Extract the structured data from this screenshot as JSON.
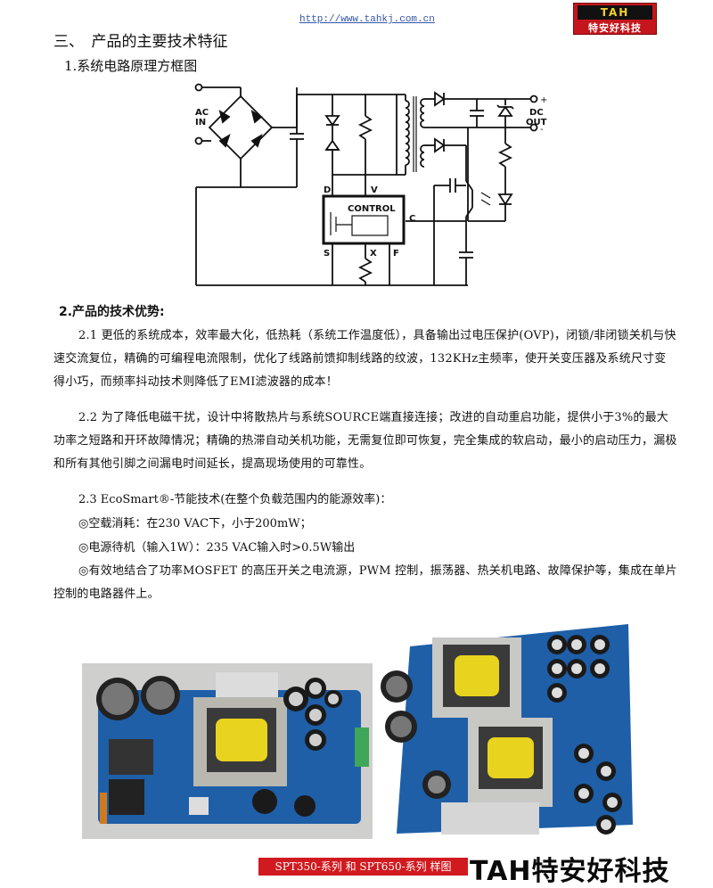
{
  "header": {
    "url": "http://www.tahkj.com.cn",
    "logo_letters": "TAH",
    "logo_subtitle": "特安好科技"
  },
  "section": {
    "title": "三、　产品的主要技术特征",
    "subtitle": "1.系统电路原理方框图"
  },
  "circuit": {
    "ac_in": "AC\nIN",
    "dc_out": "DC\nOUT",
    "plus": "+",
    "minus": "-",
    "control": "CONTROL",
    "pin_d": "D",
    "pin_v": "V",
    "pin_c": "C",
    "pin_s": "S",
    "pin_x": "X",
    "pin_f": "F"
  },
  "advantages": {
    "title": "2.产品的技术优势:",
    "p1": "2.1 更低的系统成本，效率最大化，低热耗（系统工作温度低），具备输出过电压保护(OVP)，闭锁/非闭锁关机与快速交流复位，精确的可编程电流限制，优化了线路前馈抑制线路的纹波，132KHz主频率，使开关变压器及系统尺寸变得小巧，而频率抖动技术则降低了EMI滤波器的成本！",
    "p2": "2.2 为了降低电磁干扰，设计中将散热片与系统SOURCE端直接连接；改进的自动重启功能，提供小于3%的最大功率之短路和开环故障情况；精确的热滞自动关机功能，无需复位即可恢复，完全集成的软启动，最小的启动压力，漏极和所有其他引脚之间漏电时间延长，提高现场使用的可靠性。",
    "p3_title": "2.3 EcoSmart®-节能技术(在整个负载范围内的能源效率)：",
    "item1": "◎空载消耗：在230 VAC下，小于200mW；",
    "item2": "◎电源待机（输入1W）：235 VAC输入时>0.5W输出",
    "item3": "◎有效地结合了功率MOSFET 的高压开关之电流源，PWM 控制，振荡器、热关机电路、故障保护等，集成在单片控制的电路器件上。"
  },
  "footer": {
    "caption": "SPT350-系列 和 SPT650-系列 样图",
    "brand": "TAH特安好科技"
  }
}
